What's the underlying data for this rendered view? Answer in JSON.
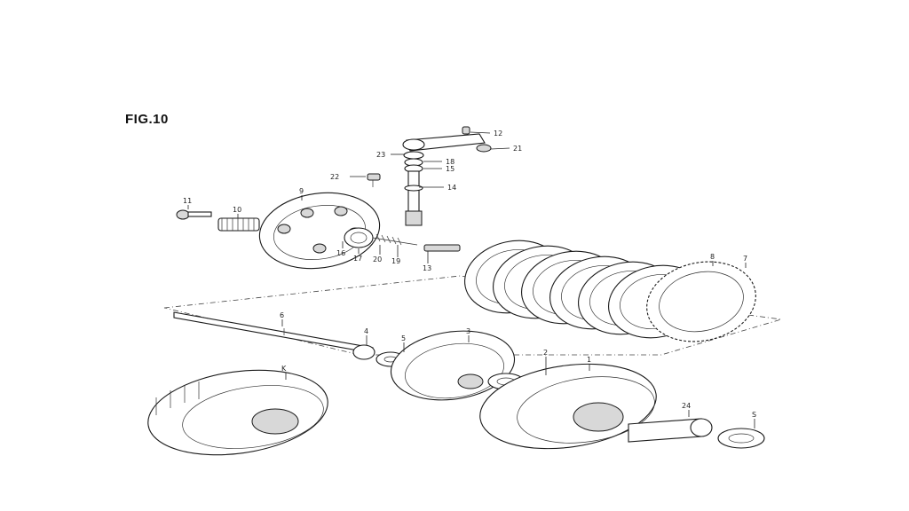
{
  "figure": {
    "title": "FIG.10"
  },
  "callouts": [
    {
      "id": "c12",
      "text": "12"
    },
    {
      "id": "c21",
      "text": "21"
    },
    {
      "id": "c23",
      "text": "23"
    },
    {
      "id": "c18",
      "text": "18"
    },
    {
      "id": "c15",
      "text": "15"
    },
    {
      "id": "c22",
      "text": "22"
    },
    {
      "id": "c14",
      "text": "14"
    },
    {
      "id": "c11",
      "text": "11"
    },
    {
      "id": "c10",
      "text": "10"
    },
    {
      "id": "c9",
      "text": "9"
    },
    {
      "id": "c16",
      "text": "16"
    },
    {
      "id": "c17",
      "text": "17"
    },
    {
      "id": "c20",
      "text": "20"
    },
    {
      "id": "c19",
      "text": "19"
    },
    {
      "id": "c13",
      "text": "13"
    },
    {
      "id": "c8",
      "text": "8"
    },
    {
      "id": "c7",
      "text": "7"
    },
    {
      "id": "c6",
      "text": "6"
    },
    {
      "id": "c4",
      "text": "4"
    },
    {
      "id": "c5",
      "text": "5"
    },
    {
      "id": "c3",
      "text": "3"
    },
    {
      "id": "c2",
      "text": "2"
    },
    {
      "id": "c1",
      "text": "1"
    },
    {
      "id": "c24",
      "text": "24"
    },
    {
      "id": "cS",
      "text": "S"
    },
    {
      "id": "cK",
      "text": "K"
    }
  ]
}
